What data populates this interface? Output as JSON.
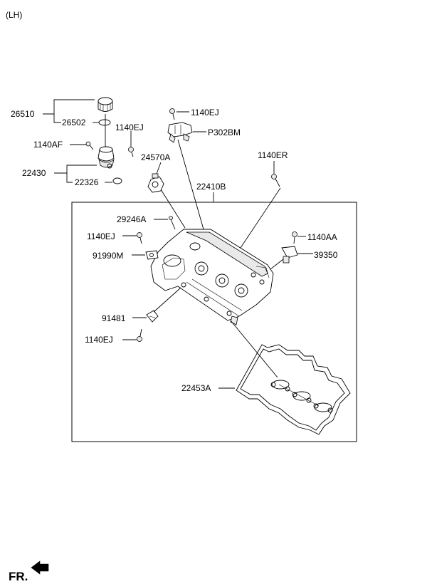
{
  "header": {
    "side_label": "(LH)"
  },
  "footer": {
    "direction_label": "FR."
  },
  "callouts": {
    "c26510": "26510",
    "c26502": "26502",
    "c1140AF": "1140AF",
    "c22430": "22430",
    "c22326": "22326",
    "c1140EJ_top": "1140EJ",
    "c1140EJ_left": "1140EJ",
    "c24570A": "24570A",
    "cP302BM": "P302BM",
    "c1140ER": "1140ER",
    "c22410B": "22410B",
    "c29246A": "29246A",
    "c1140EJ_mid": "1140EJ",
    "c91990M": "91990M",
    "c1140AA": "1140AA",
    "c39350": "39350",
    "c91481": "91481",
    "c1140EJ_low": "1140EJ",
    "c22453A": "22453A"
  }
}
